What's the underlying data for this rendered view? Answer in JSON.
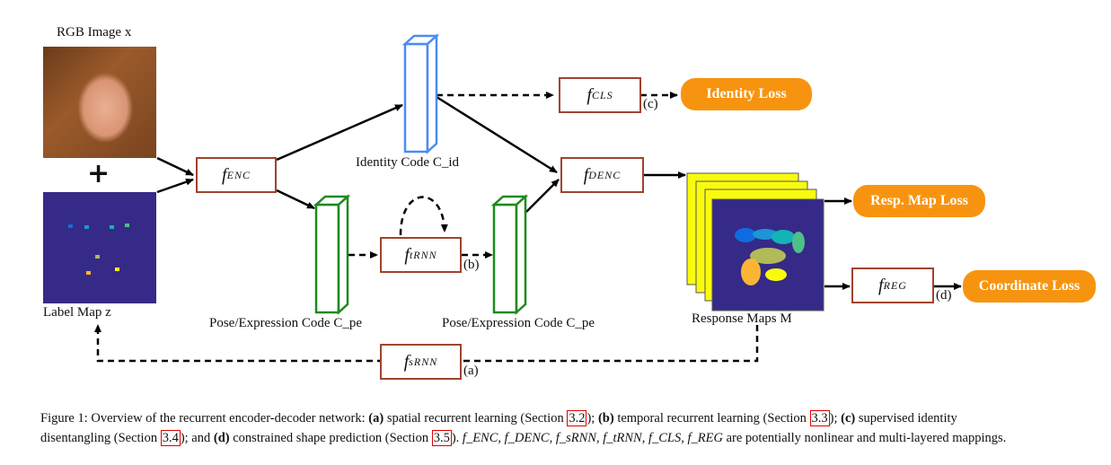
{
  "inputs": {
    "rgb_label": "RGB Image x",
    "plus": "+",
    "label_map_label": "Label Map z"
  },
  "codes": {
    "identity": "Identity Code C_id",
    "pose1": "Pose/Expression Code C_pe",
    "pose2": "Pose/Expression Code C_pe"
  },
  "modules": {
    "enc": {
      "f": "f",
      "sub": "ENC"
    },
    "cls": {
      "f": "f",
      "sub": "CLS"
    },
    "denc": {
      "f": "f",
      "sub": "DENC"
    },
    "trnn": {
      "f": "f",
      "sub": "tRNN"
    },
    "srnn": {
      "f": "f",
      "sub": "sRNN"
    },
    "reg": {
      "f": "f",
      "sub": "REG"
    }
  },
  "tags": {
    "a": "(a)",
    "b": "(b)",
    "c": "(c)",
    "d": "(d)"
  },
  "losses": {
    "identity": "Identity Loss",
    "resp_map": "Resp. Map Loss",
    "coordinate": "Coordinate Loss"
  },
  "response_maps_label": "Response Maps M",
  "colors": {
    "module_border": "#a0432f",
    "loss_fill": "#f7940f",
    "identity_code": "#4a8cf7",
    "pose_code": "#1e8a1e",
    "map_bg": "#352a87",
    "map_yellow": "#f9fb0e",
    "ref_box": "#e00000"
  },
  "caption": {
    "line1_a": "Figure 1: Overview of the recurrent encoder-decoder network: ",
    "a_bold": "(a)",
    "a_text": " spatial recurrent learning (Section ",
    "ref1": "3.2",
    "after1": "); ",
    "b_bold": "(b)",
    "b_text": " temporal recurrent learning (Section ",
    "ref2": "3.3",
    "after2": "); ",
    "c_bold": "(c)",
    "c_text": " supervised identity",
    "line2_a": "disentangling (Section ",
    "ref3": "3.4",
    "after3": "); and ",
    "d_bold": "(d)",
    "d_text": " constrained shape prediction (Section ",
    "ref4": "3.5",
    "after4": "). ",
    "funcs": "f_ENC, f_DENC, f_sRNN, f_tRNN, f_CLS, f_REG",
    "tail": " are potentially nonlinear and multi-layered mappings."
  }
}
